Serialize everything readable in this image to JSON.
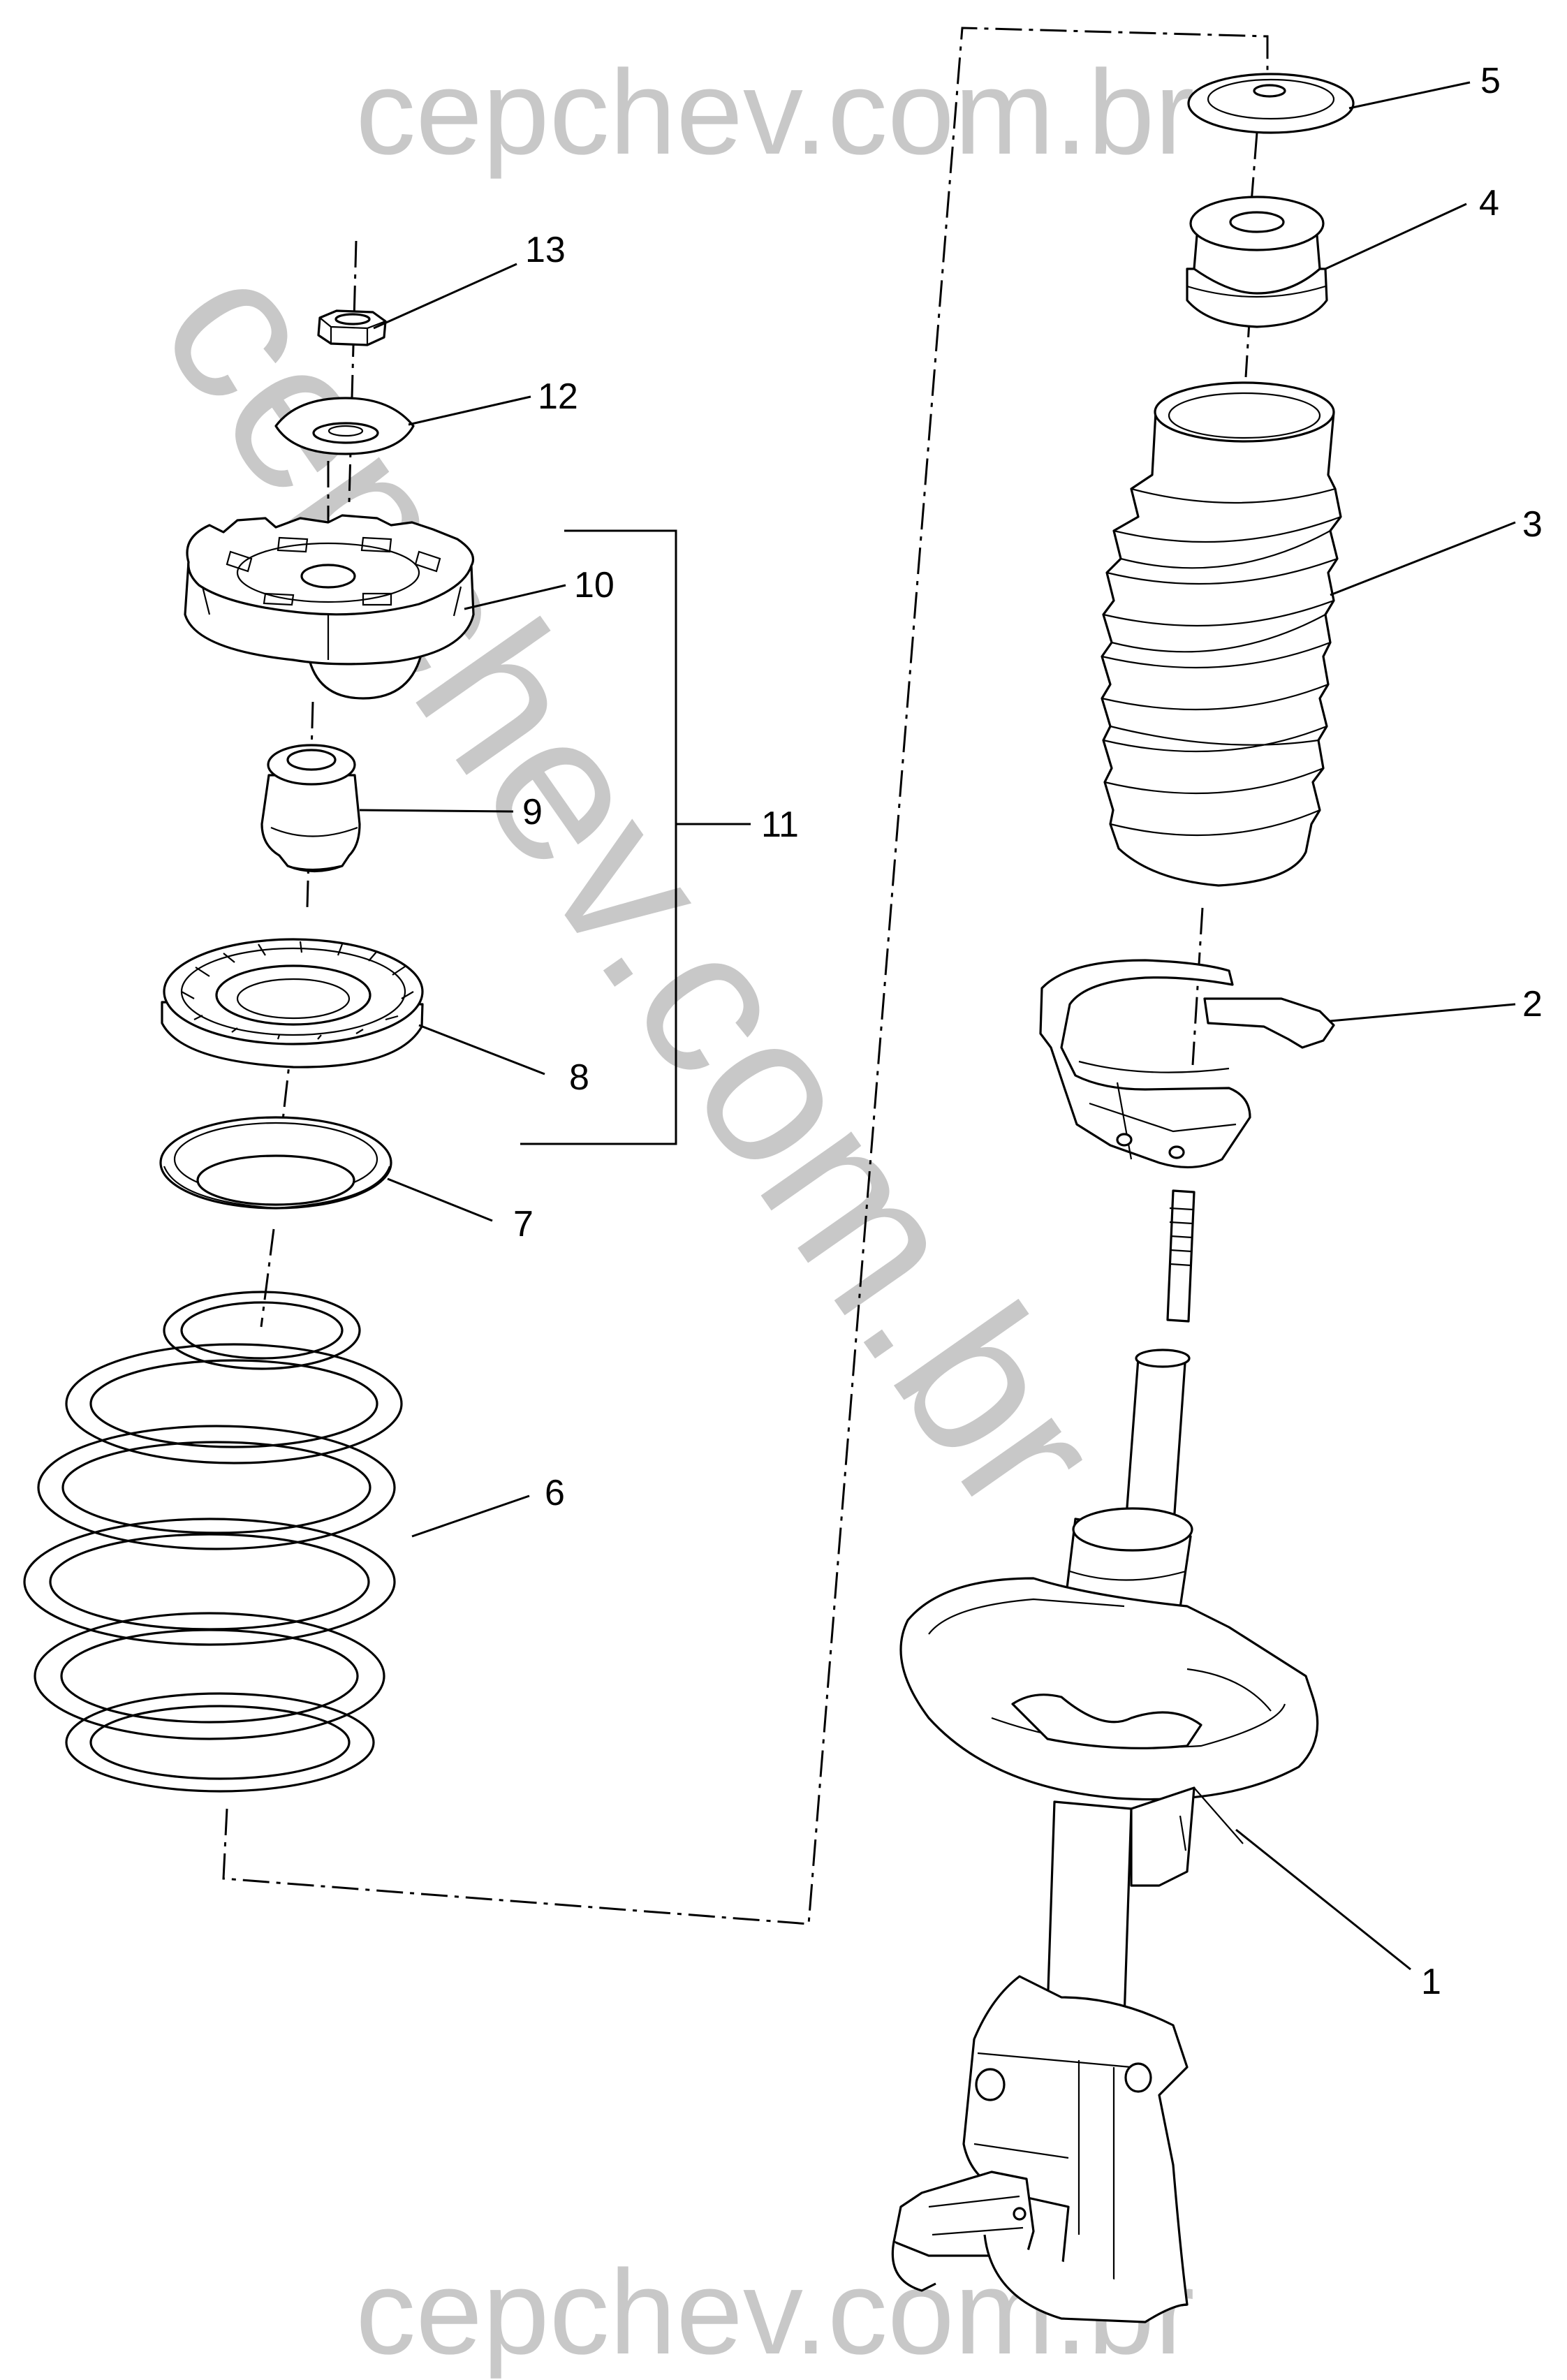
{
  "watermark": {
    "top": "cepchev.com.br",
    "bottom": "cepchev.com.br",
    "diagonal": "cepchev.com.br"
  },
  "callouts": {
    "c1": "1",
    "c2": "2",
    "c3": "3",
    "c4": "4",
    "c5": "5",
    "c6": "6",
    "c7": "7",
    "c8": "8",
    "c9": "9",
    "c10": "10",
    "c11": "11",
    "c12": "12",
    "c13": "13"
  }
}
